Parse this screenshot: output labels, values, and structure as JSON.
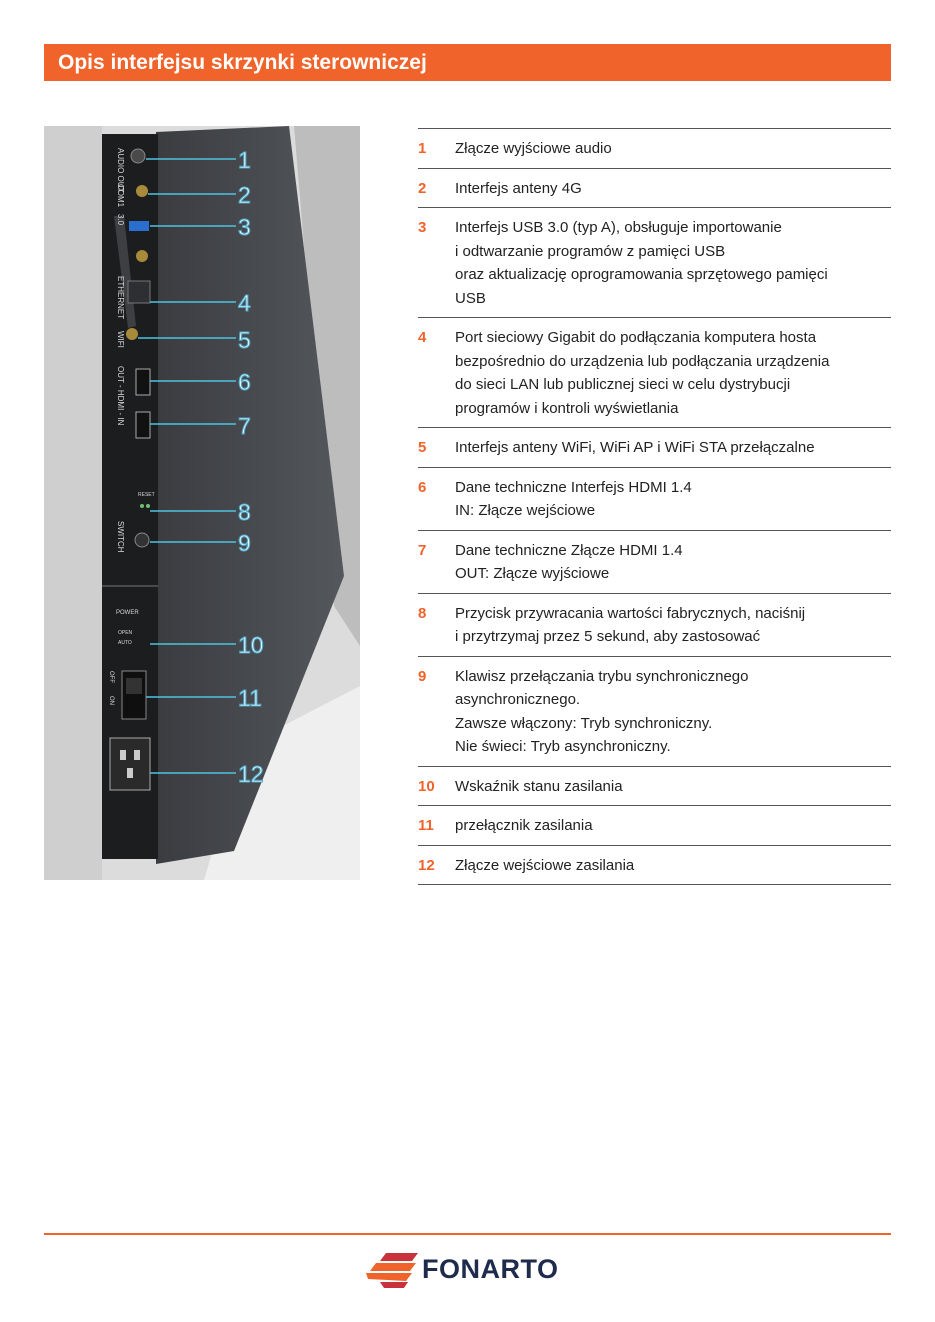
{
  "header": {
    "title": "Opis interfejsu skrzynki sterowniczej"
  },
  "photo": {
    "panel_labels": [
      "AUDIO OUT",
      "COM1",
      "3.0",
      "ETHERNET",
      "WIFI",
      "OUT - HDMI - IN",
      "SWITCH",
      "RESET",
      "POWER",
      "OPEN",
      "AUTO",
      "ON",
      "OFF"
    ],
    "callouts": [
      "1",
      "2",
      "3",
      "4",
      "5",
      "6",
      "7",
      "8",
      "9",
      "10",
      "11",
      "12"
    ]
  },
  "items": [
    {
      "num": "1",
      "text": "Złącze wyjściowe audio"
    },
    {
      "num": "2",
      "text": "Interfejs anteny 4G"
    },
    {
      "num": "3",
      "text": "Interfejs USB 3.0 (typ A), obsługuje importowanie\ni odtwarzanie programów z pamięci USB\noraz aktualizację oprogramowania sprzętowego pamięci\nUSB"
    },
    {
      "num": "4",
      "text": "Port sieciowy Gigabit do podłączania komputera hosta\nbezpośrednio do urządzenia lub podłączania urządzenia\ndo sieci LAN lub publicznej sieci w celu dystrybucji\nprogramów i kontroli wyświetlania"
    },
    {
      "num": "5",
      "text": "Interfejs anteny WiFi, WiFi AP i WiFi STA przełączalne"
    },
    {
      "num": "6",
      "text": "Dane techniczne Interfejs HDMI 1.4\nIN: Złącze wejściowe"
    },
    {
      "num": "7",
      "text": "Dane techniczne Złącze HDMI 1.4\nOUT: Złącze wyjściowe"
    },
    {
      "num": "8",
      "text": "Przycisk przywracania wartości fabrycznych, naciśnij\ni przytrzymaj przez 5 sekund, aby zastosować"
    },
    {
      "num": "9",
      "text": "Klawisz przełączania trybu synchronicznego\nasynchronicznego.\nZawsze włączony: Tryb synchroniczny.\nNie świeci: Tryb asynchroniczny."
    },
    {
      "num": "10",
      "text": "Wskaźnik stanu zasilania"
    },
    {
      "num": "11",
      "text": "przełącznik zasilania"
    },
    {
      "num": "12",
      "text": "Złącze wejściowe zasilania"
    }
  ],
  "footer": {
    "brand": "FONARTO"
  },
  "colors": {
    "accent": "#f0632a",
    "brand_navy": "#1f2b4d",
    "brand_red": "#c8323c"
  }
}
